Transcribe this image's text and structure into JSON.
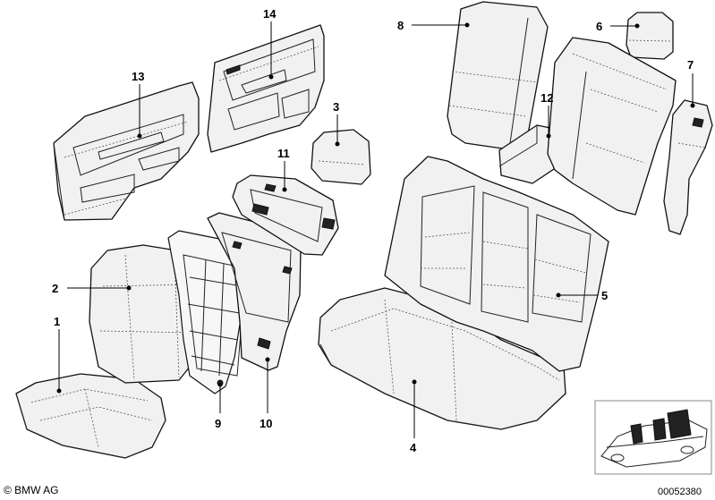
{
  "callouts": {
    "c1": "1",
    "c2": "2",
    "c3": "3",
    "c4": "4",
    "c5": "5",
    "c6": "6",
    "c7": "7",
    "c8": "8",
    "c9": "9",
    "c10": "10",
    "c11": "11",
    "c12": "12",
    "c13": "13",
    "c14": "14"
  },
  "footer": {
    "copyright": "© BMW AG",
    "diagram_number": "00052380"
  }
}
